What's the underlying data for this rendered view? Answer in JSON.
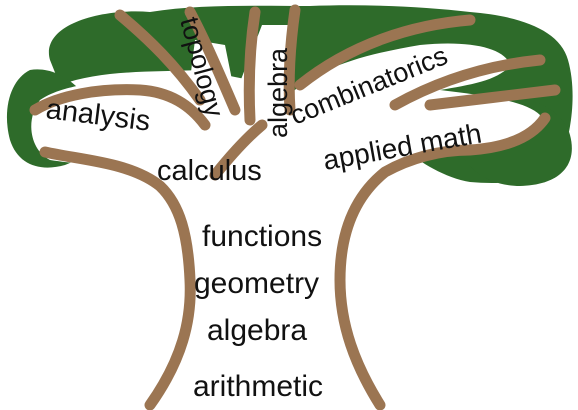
{
  "colors": {
    "foliage": "#2e6b2a",
    "bark": "#9b7552",
    "background": "#ffffff",
    "text": "#111111"
  },
  "trunk_labels": [
    "functions",
    "geometry",
    "algebra",
    "arithmetic"
  ],
  "branch_labels": {
    "analysis": "analysis",
    "calculus": "calculus",
    "topology": "topology",
    "algebra": "algebra",
    "combinatorics": "combinatorics",
    "applied_math": "applied math"
  }
}
